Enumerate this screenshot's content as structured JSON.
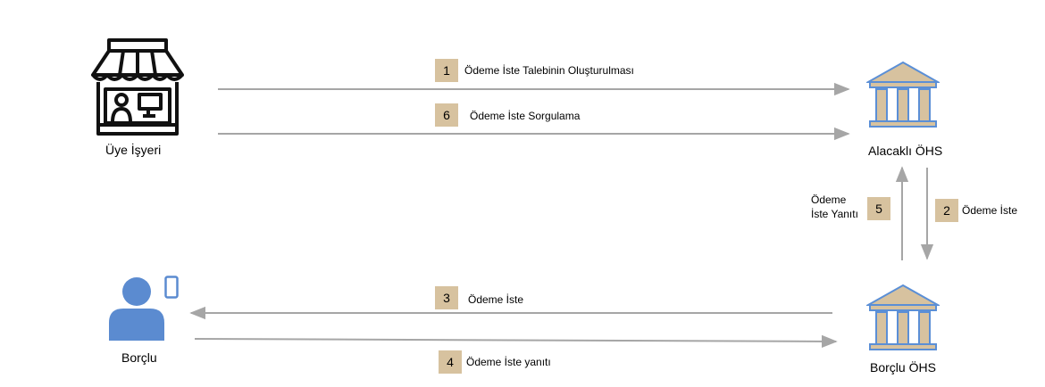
{
  "actors": {
    "merchant": "Üye İşyeri",
    "creditor_bank": "Alacaklı ÖHS",
    "debtor": "Borçlu",
    "debtor_bank": "Borçlu ÖHS"
  },
  "steps": [
    {
      "number": "1",
      "label": "Ödeme İste Talebinin Oluşturulması"
    },
    {
      "number": "6",
      "label": "Ödeme İste Sorgulama"
    },
    {
      "number": "5",
      "label_line1": "Ödeme",
      "label_line2": "İste Yanıtı"
    },
    {
      "number": "2",
      "label": "Ödeme İste"
    },
    {
      "number": "3",
      "label": "Ödeme İste"
    },
    {
      "number": "4",
      "label": "Ödeme İste yanıtı"
    }
  ],
  "colors": {
    "bank": "#d7c29f",
    "bank_stroke": "#5b8fd6",
    "person": "#5b8bd0",
    "badge": "#d7c29f",
    "arrow": "#a6a6a6"
  },
  "icons": [
    "store-icon",
    "bank-icon",
    "person-icon",
    "phone-icon"
  ]
}
